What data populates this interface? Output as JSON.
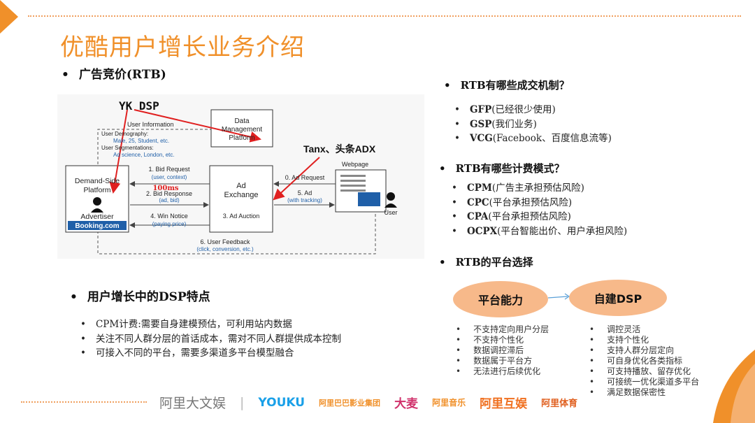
{
  "title": "优酷用户增长业务介绍",
  "sec1_heading": "广告竞价(RTB)",
  "diagram": {
    "yk_dsp": "YK DSP",
    "tanx": "Tanx、头条ADX",
    "user_info": "User Information",
    "demog_l1": "User Demography:",
    "demog_l2": "Male, 25, Student, etc.",
    "demog_l3": "User Segmentations:",
    "demog_l4": "Ad science, London, etc.",
    "dmp_l1": "Data",
    "dmp_l2": "Management",
    "dmp_l3": "Platform",
    "dsp_l1": "Demand-Side",
    "dsp_l2": "Platform",
    "advertiser": "Advertiser",
    "booking": "Booking.com",
    "bid_req": "1. Bid Request",
    "bid_req_sub": "(user, context)",
    "ms100": "100ms",
    "bid_resp": "2. Bid Response",
    "bid_resp_sub": "(ad, bid)",
    "win": "4. Win Notice",
    "win_sub": "(paying price)",
    "adx_l1": "Ad",
    "adx_l2": "Exchange",
    "auction": "3. Ad Auction",
    "ad_req": "0. Ad Request",
    "ad": "5. Ad",
    "ad_sub": "(with tracking)",
    "webpage": "Webpage",
    "user": "User",
    "feedback": "6. User Feedback",
    "feedback_sub": "(click, conversion, etc.)"
  },
  "sec2_heading": "用户增长中的DSP特点",
  "sec2_items": [
    "CPM计费:需要自身建模预估，可利用站内数据",
    "关注不同人群分层的首话成本，需对不同人群提供成本控制",
    "可接入不同的平台，需要多渠道多平台模型融合"
  ],
  "q1": "RTB有哪些成交机制？",
  "q1_items": [
    {
      "k": "GFP",
      "v": "(已经很少使用)"
    },
    {
      "k": "GSP",
      "v": "(我们业务)"
    },
    {
      "k": "VCG",
      "v": "(Facebook、百度信息流等)"
    }
  ],
  "q2": "RTB有哪些计费模式？",
  "q2_items": [
    {
      "k": "CPM",
      "v": "(广告主承担预估风险)"
    },
    {
      "k": "CPC",
      "v": "(平台承担预估风险)"
    },
    {
      "k": "CPA",
      "v": "(平台承担预估风险)"
    },
    {
      "k": "OCPX",
      "v": "(平台智能出价、用户承担风险)"
    }
  ],
  "q3": "RTB的平台选择",
  "platform": "平台能力",
  "selfdsp": "自建DSP",
  "platform_items": [
    "不支持定向用户分层",
    "不支持个性化",
    "数据调控滞后",
    "数据属于平台方",
    "无法进行后续优化"
  ],
  "selfdsp_items": [
    "调控灵活",
    "支持个性化",
    "支持人群分层定向",
    "可自身优化各类指标",
    "可支持播放、留存优化",
    "可接统一优化渠道多平台",
    "满足数据保密性"
  ],
  "footer": {
    "ali_ent": "阿里大文娱",
    "youku": "YOUKU",
    "pictures": "阿里巴巴影业集团",
    "damai": "大麦",
    "music": "阿里音乐",
    "huyu": "阿里互娱",
    "sports": "阿里体育"
  },
  "colors": {
    "accent": "#f0902a",
    "ellipse": "#f7b98a",
    "arrow_red": "#e02020",
    "blue": "#1f5fa8"
  }
}
